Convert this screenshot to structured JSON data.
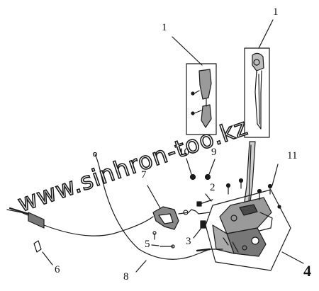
{
  "callouts": {
    "c1_left": "1",
    "c1_right": "1",
    "c2": "2",
    "c3": "3",
    "c4": "4",
    "c5": "5",
    "c6": "6",
    "c7": "7",
    "c8": "8",
    "c9": "9",
    "c10": "10",
    "c11": "11"
  },
  "watermark": "www.sinhron-too.kz",
  "colors": {
    "ink": "#1a1a1a",
    "paper": "#ffffff"
  }
}
